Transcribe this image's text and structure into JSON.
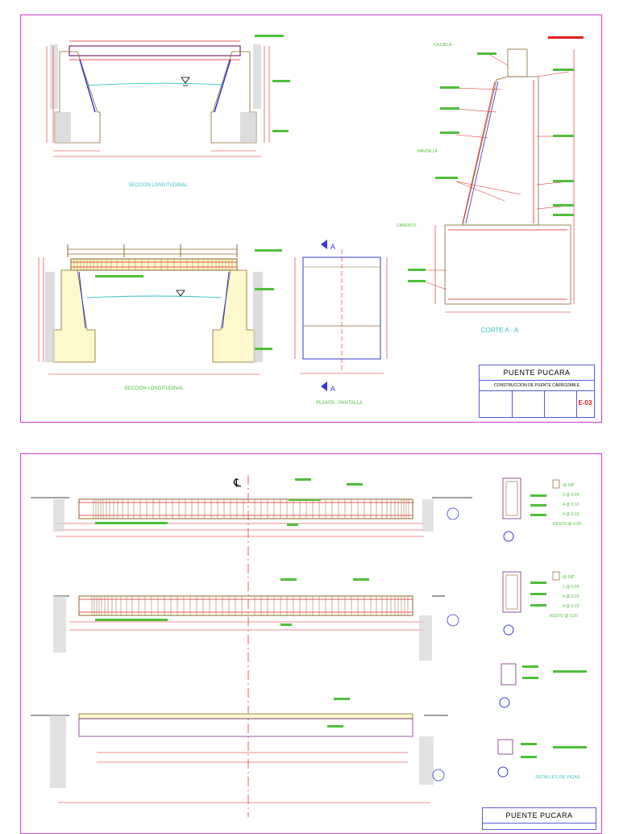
{
  "sheet1": {
    "captions": {
      "seccion_top": "SECCION LONGITUDINAL",
      "seccion_bottom": "SECCION LONGITUDINAL",
      "planta": "PLANTA - PANTALLA",
      "corte": "CORTE  A - A"
    },
    "labels": {
      "cajuela": "CAJUELA",
      "pantalla": "PANTALLA",
      "cimiento": "CIMIENTO",
      "section_mark": "A"
    },
    "title_block": {
      "title": "PUENTE PUCARA",
      "subtitle": "CONSTRUCCION DE PUENTE CARROZABLE",
      "sheet_no": "E-03"
    }
  },
  "sheet2": {
    "centerline": "℄",
    "captions": {
      "detalles": "DETALLES DE VIGAS"
    },
    "stirrups": [
      {
        "line1": "@ 5/8\"",
        "line2": "2 @ 0.05",
        "line3": "4 @ 0.10",
        "line4": "4 @ 0.15",
        "resto": "RESTO @ 0.20"
      },
      {
        "line1": "@ 5/8\"",
        "line2": "1 @ 0.05",
        "line3": "4 @ 0.10",
        "line4": "4 @ 0.15",
        "resto": "RESTO @ 0.20"
      }
    ],
    "title_block": {
      "title": "PUENTE PUCARA"
    }
  },
  "colors": {
    "sheet_border": "#d23bd2",
    "rebar_red": "#e02020",
    "concrete": "#8b6a2a",
    "water": "#36c0c8",
    "text_green": "#4fbf3a",
    "dimension": "#e02020",
    "blue": "#3a3ad8"
  }
}
